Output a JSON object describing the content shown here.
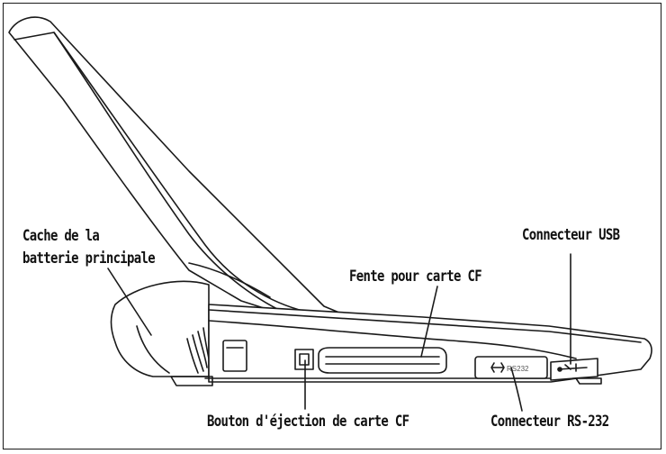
{
  "labels": {
    "battery_cover_line1": "Cache de la",
    "battery_cover_line2": "batterie principale",
    "usb_connector": "Connecteur USB",
    "cf_slot": "Fente pour carte CF",
    "cf_eject_button": "Bouton d'éjection de carte CF",
    "rs232_connector": "Connecteur RS-232",
    "rs232_port_marking": "RS232"
  }
}
